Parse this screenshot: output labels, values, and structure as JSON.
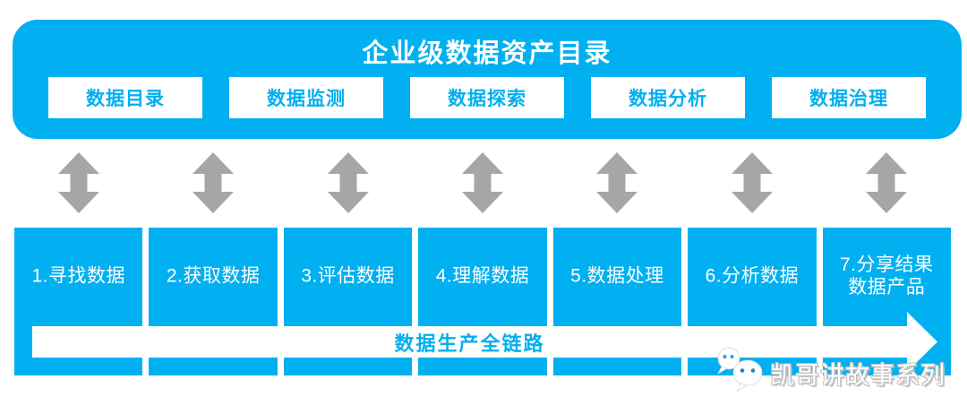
{
  "colors": {
    "accent_cyan": "#00B0F0",
    "connector_gray": "#A6A6A6",
    "box_text_white": "#FFFFFF",
    "module_text_cyan": "#00B0F0"
  },
  "banner": {
    "title": "企业级数据资产目录",
    "modules": [
      {
        "label": "数据目录"
      },
      {
        "label": "数据监测"
      },
      {
        "label": "数据探索"
      },
      {
        "label": "数据分析"
      },
      {
        "label": "数据治理"
      }
    ]
  },
  "pipeline": {
    "flow_label": "数据生产全链路",
    "steps": [
      {
        "label": "1.寻找数据"
      },
      {
        "label": "2.获取数据"
      },
      {
        "label": "3.评估数据"
      },
      {
        "label": "4.理解数据"
      },
      {
        "label": "5.数据处理"
      },
      {
        "label": "6.分析数据"
      },
      {
        "label": "7.分享结果",
        "label_line2": "数据产品"
      }
    ]
  },
  "watermark": {
    "icon": "wechat-icon",
    "text": "凯哥讲故事系列"
  }
}
